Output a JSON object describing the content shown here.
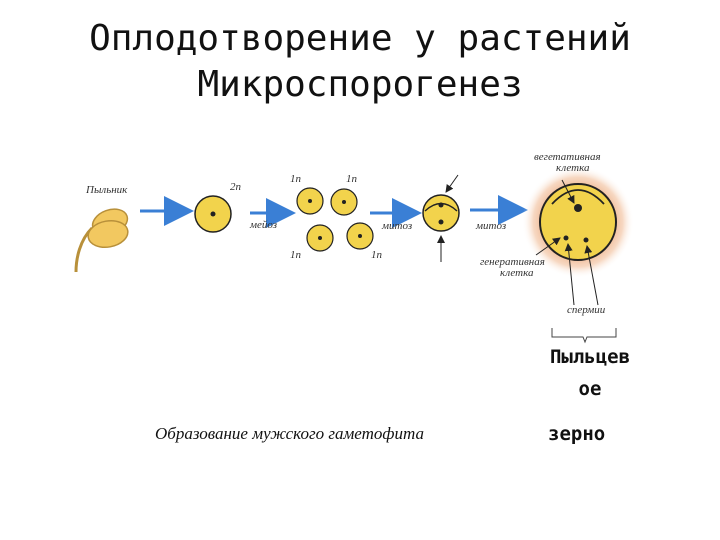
{
  "title": {
    "line1": "Оплодотворение у растений",
    "line2": "Микроспорогенез"
  },
  "diagram": {
    "anther_label": "Пыльник",
    "diploid_label": "2n",
    "haploid_label": "1n",
    "meiosis_label": "мейоз",
    "mitosis_label_1": "митоз",
    "mitosis_label_2": "митоз",
    "vegetative_cell_line1": "вегетативная",
    "vegetative_cell_line2": "клетка",
    "generative_cell_line1": "генеративная",
    "generative_cell_line2": "клетка",
    "sperm_label": "спермии"
  },
  "pollen_grain_line1": "Пыльцев",
  "pollen_grain_line2": "ое",
  "pollen_grain_line3": "зерно",
  "caption": "Образование мужского гаметофита",
  "colors": {
    "cell_fill": "#f2d34c",
    "arrow": "#3a7fd5",
    "halo": "#e8a070"
  }
}
